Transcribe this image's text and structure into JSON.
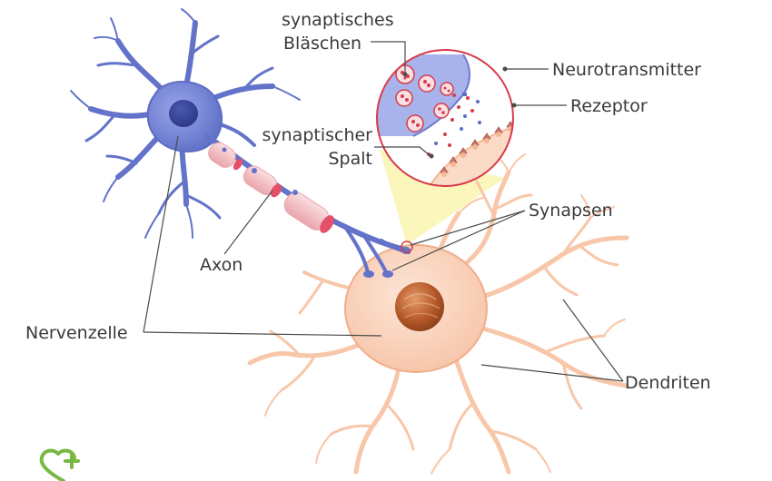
{
  "labels": {
    "synaptic_vesicles_line1": "synaptisches",
    "synaptic_vesicles_line2": "Bläschen",
    "neurotransmitter": "Neurotransmitter",
    "receptor": "Rezeptor",
    "synaptic_cleft_line1": "synaptischer",
    "synaptic_cleft_line2": "Spalt",
    "synapses": "Synapsen",
    "axon": "Axon",
    "nerve_cell": "Nervenzelle",
    "dendrites": "Dendriten"
  },
  "colors": {
    "neuron_blue": "#5b6cc4",
    "neuron_blue_light": "#8e9ae0",
    "neuron_peach": "#f9cdb4",
    "neuron_peach_dark": "#f1ad8a",
    "myelin": "#f3c0c4",
    "myelin_node": "#e4506a",
    "nucleus": "#b65a2a",
    "zoom_ring": "#d63b4b",
    "zoom_cone": "#fbf6b5",
    "logo": "#7ab845"
  },
  "icons": {
    "logo": "heart-plus-logo-icon"
  }
}
